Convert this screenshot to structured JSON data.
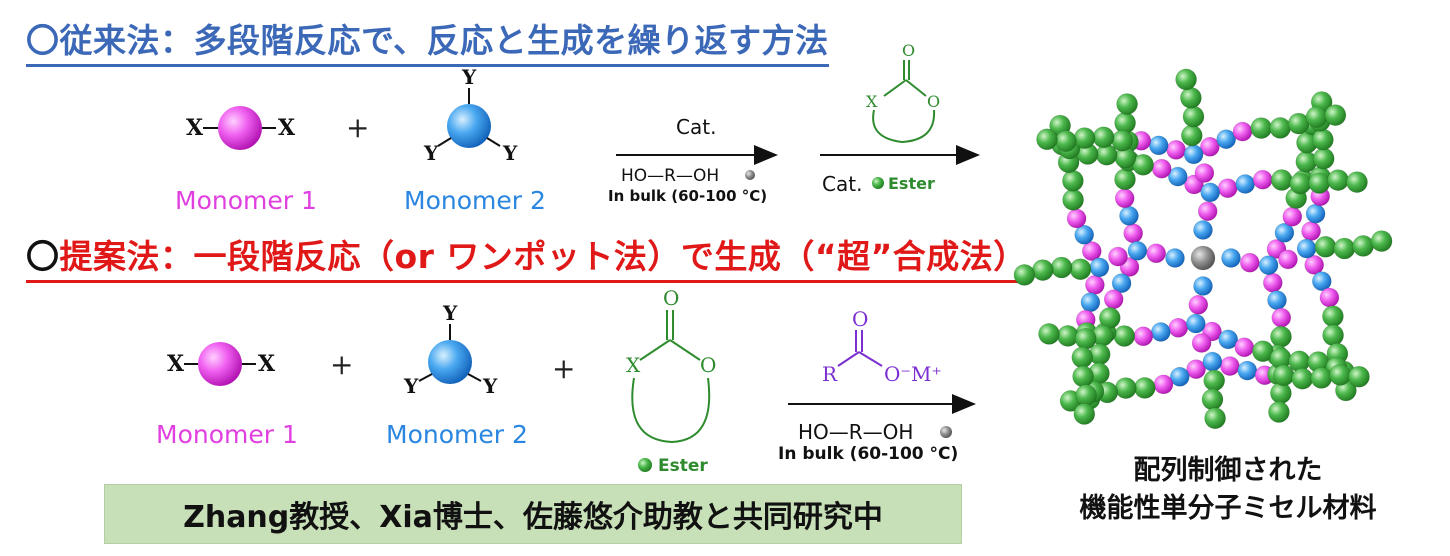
{
  "headings": {
    "conventional_mark": "〇",
    "conventional": "従来法：多段階反応で、反応と生成を繰り返す方法",
    "proposed_mark": "〇",
    "proposed": "提案法：一段階反応（or ワンポット法）で生成（“超”合成法）"
  },
  "reagents": {
    "x": "X",
    "y": "Y",
    "plus": "+",
    "monomer1": "Monomer 1",
    "monomer2": "Monomer 2",
    "cyclic_x": "X",
    "carbonyl_o": "O",
    "ring_o": "O",
    "ester": "Ester",
    "r": "R",
    "anion": "O⁻M⁺"
  },
  "conditions": {
    "cat": "Cat.",
    "cat_ester": "Cat.",
    "diol": "HO—R—OH",
    "bulk": "In bulk (60-100 °C)"
  },
  "banner": "Zhang教授、Xia博士、佐藤悠介助教と共同研究中",
  "caption": {
    "line1": "配列制御された",
    "line2": "機能性単分子ミセル材料"
  },
  "colors": {
    "conventional_heading": "#3c68b8",
    "proposed_heading": "#e01818",
    "monomer1": "#e040e0",
    "monomer2": "#2a86e0",
    "ester": "#2e8b2e",
    "catalyst": "#7b2fd0",
    "banner_bg": "#c8e0b8"
  }
}
